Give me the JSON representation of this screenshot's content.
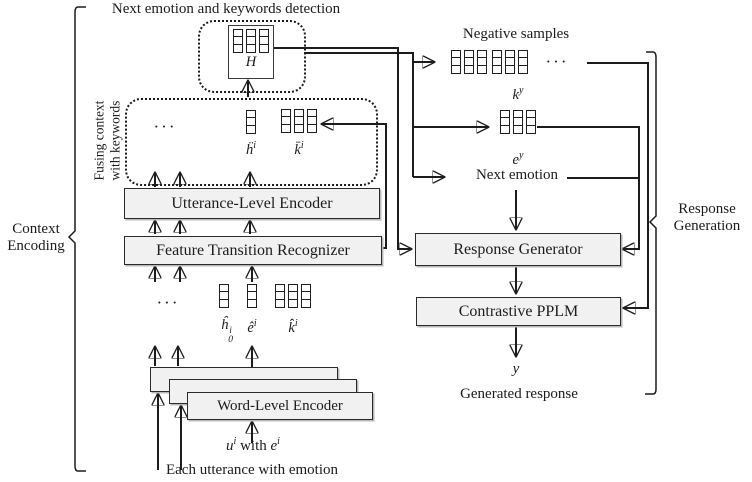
{
  "title": "Next emotion and keywords detection",
  "left_bracket_label": {
    "line1": "Context",
    "line2": "Encoding"
  },
  "right_bracket_label": {
    "line1": "Response",
    "line2": "Generation"
  },
  "fusing_label": {
    "line1": "Fusing context",
    "line2": "with keywords"
  },
  "boxes": {
    "utterance_encoder": "Utterance-Level Encoder",
    "feature_transition": "Feature Transition Recognizer",
    "word_encoder": "Word-Level Encoder",
    "response_generator": "Response Generator",
    "contrastive_pplm": "Contrastive PPLM"
  },
  "labels": {
    "H": "H",
    "h_ddot": {
      "base": "ḧ",
      "sup": "i"
    },
    "k_bar": {
      "base": "k̄",
      "sup": "i"
    },
    "h_hat": {
      "base": "ĥ",
      "sup": "i",
      "sub": "0"
    },
    "e_hat": {
      "base": "ê",
      "sup": "i"
    },
    "k_hat": {
      "base": "k̂",
      "sup": "i"
    },
    "u_input": {
      "u": "u",
      "u_sup": "i",
      "mid": "with",
      "e": "e",
      "e_sup": "i"
    },
    "k_y": {
      "base": "k",
      "sup": "y"
    },
    "e_y": {
      "base": "e",
      "sup": "y"
    },
    "y": "y",
    "ellipsis": "···",
    "negative_samples": "Negative samples",
    "next_emotion": "Next emotion",
    "generated_response": "Generated response",
    "each_utterance": "Each utterance with emotion"
  },
  "colors": {
    "ink": "#1c1c1c",
    "box_fill": "#f1f1f1",
    "background": "#ffffff"
  }
}
